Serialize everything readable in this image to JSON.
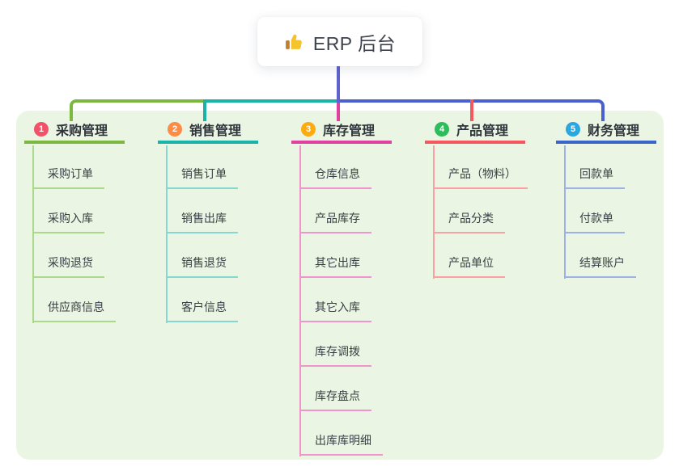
{
  "root": {
    "label": "ERP 后台",
    "icon": "thumbs-up-icon",
    "icon_color": "#f5c32c",
    "icon_cuff_color": "#bf8034"
  },
  "canvas": {
    "background": "#ffffff",
    "panel_background": "#eaf6e3"
  },
  "connector": {
    "trunk_color": "#5e63cd",
    "bus_segments": [
      {
        "from": 0,
        "to": 1,
        "color": "#7cb83f"
      },
      {
        "from": 1,
        "to": 2,
        "color": "#1ab3a8"
      },
      {
        "from": 2,
        "to": 4,
        "color": "#4a5fd0"
      }
    ]
  },
  "branches": [
    {
      "badge": "1",
      "label": "采购管理",
      "badge_color": "#f25268",
      "line_color": "#7cb83f",
      "child_line_color": "#abd98b",
      "children": [
        "采购订单",
        "采购入库",
        "采购退货",
        "供应商信息"
      ]
    },
    {
      "badge": "2",
      "label": "销售管理",
      "badge_color": "#fd8c46",
      "line_color": "#1ab3a8",
      "child_line_color": "#85d7cf",
      "children": [
        "销售订单",
        "销售出库",
        "销售退货",
        "客户信息"
      ]
    },
    {
      "badge": "3",
      "label": "库存管理",
      "badge_color": "#ffab0f",
      "line_color": "#e0409f",
      "child_line_color": "#f094cc",
      "children": [
        "仓库信息",
        "产品库存",
        "其它出库",
        "其它入库",
        "库存调拨",
        "库存盘点",
        "出库库明细"
      ]
    },
    {
      "badge": "4",
      "label": "产品管理",
      "badge_color": "#2ebd5b",
      "line_color": "#f4575e",
      "child_line_color": "#f9a0a2",
      "children": [
        "产品（物料）",
        "产品分类",
        "产品单位"
      ]
    },
    {
      "badge": "5",
      "label": "财务管理",
      "badge_color": "#2aa7e1",
      "line_color": "#3c66c5",
      "child_line_color": "#9db1e8",
      "children": [
        "回款单",
        "付款单",
        "结算账户"
      ]
    }
  ]
}
